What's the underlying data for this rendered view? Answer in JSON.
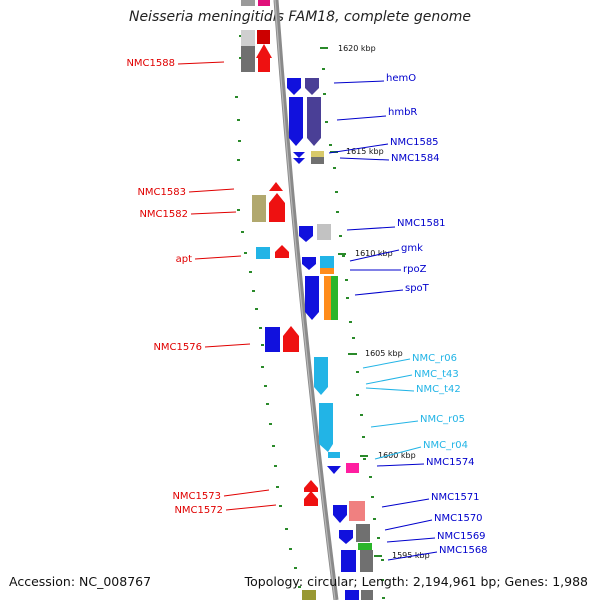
{
  "title": "Neisseria meningitidis FAM18, complete genome",
  "footer": {
    "accession": "Accession: NC_008767",
    "summary": "Topology: circular; Length: 2,194,961 bp; Genes: 1,988"
  },
  "colors": {
    "left_label": "#e00000",
    "right_label": "#0000cc",
    "rna_label": "#22b4e6",
    "backbone": "#808080",
    "tick": "#2a8a2a"
  },
  "scale_marks": [
    {
      "label": "1620 kbp"
    },
    {
      "label": "1615 kbp"
    },
    {
      "label": "1610 kbp"
    },
    {
      "label": "1605 kbp"
    },
    {
      "label": "1600 kbp"
    },
    {
      "label": "1595 kbp"
    }
  ],
  "left_genes": [
    {
      "label": "NMC1588",
      "color_class": "red"
    },
    {
      "label": "NMC1583",
      "color_class": "red"
    },
    {
      "label": "NMC1582",
      "color_class": "red"
    },
    {
      "label": "apt",
      "color_class": "red"
    },
    {
      "label": "NMC1576",
      "color_class": "red"
    },
    {
      "label": "NMC1573",
      "color_class": "red"
    },
    {
      "label": "NMC1572",
      "color_class": "red"
    }
  ],
  "right_genes": [
    {
      "label": "hemO",
      "color_class": "blue"
    },
    {
      "label": "hmbR",
      "color_class": "blue"
    },
    {
      "label": "NMC1585",
      "color_class": "blue"
    },
    {
      "label": "NMC1584",
      "color_class": "blue"
    },
    {
      "label": "NMC1581",
      "color_class": "blue"
    },
    {
      "label": "gmk",
      "color_class": "blue"
    },
    {
      "label": "rpoZ",
      "color_class": "blue"
    },
    {
      "label": "spoT",
      "color_class": "blue"
    },
    {
      "label": "NMC_r06",
      "color_class": "cyan"
    },
    {
      "label": "NMC_t43",
      "color_class": "cyan"
    },
    {
      "label": "NMC_t42",
      "color_class": "cyan"
    },
    {
      "label": "NMC_r05",
      "color_class": "cyan"
    },
    {
      "label": "NMC_r04",
      "color_class": "cyan"
    },
    {
      "label": "NMC1574",
      "color_class": "blue"
    },
    {
      "label": "NMC1571",
      "color_class": "blue"
    },
    {
      "label": "NMC1570",
      "color_class": "blue"
    },
    {
      "label": "NMC1569",
      "color_class": "blue"
    },
    {
      "label": "NMC1568",
      "color_class": "blue"
    }
  ]
}
